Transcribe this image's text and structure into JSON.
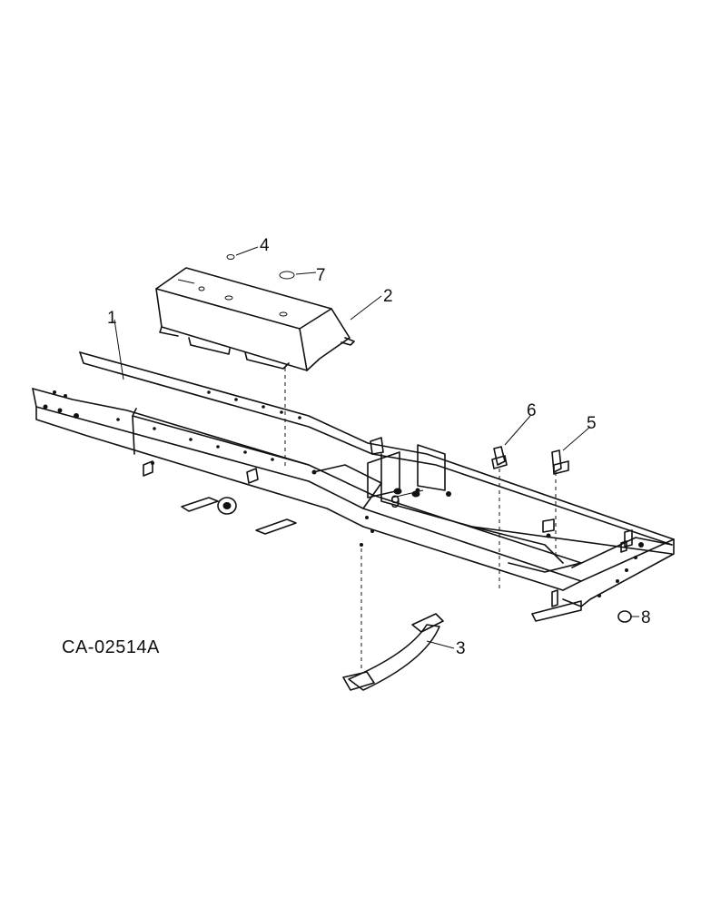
{
  "diagram": {
    "drawing_code": "CA-02514A",
    "callouts": [
      {
        "id": "1",
        "label": "1"
      },
      {
        "id": "2",
        "label": "2"
      },
      {
        "id": "3",
        "label": "3"
      },
      {
        "id": "4",
        "label": "4"
      },
      {
        "id": "5",
        "label": "5"
      },
      {
        "id": "6",
        "label": "6"
      },
      {
        "id": "7",
        "label": "7"
      },
      {
        "id": "8",
        "label": "8"
      },
      {
        "id": "9",
        "label": "9"
      }
    ]
  }
}
